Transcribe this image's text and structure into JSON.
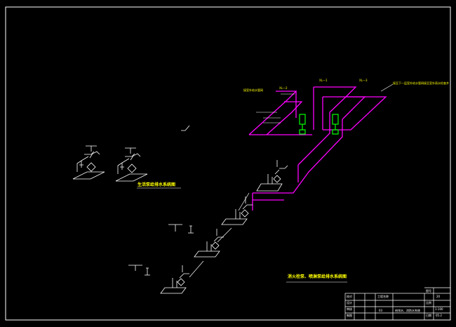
{
  "colors": {
    "background": "#000000",
    "frame": "#ffffff",
    "pipe": "#ff00ff",
    "fixture": "#ffffff",
    "pump": "#00ff00",
    "label": "#ffff00"
  },
  "labels": {
    "title_domestic": "生活泵给排水系统图",
    "title_fire": "消火栓泵、喷淋泵给排水系统图",
    "riser_2": "XL—2",
    "riser_1": "XL—1",
    "riser_3": "XL—3",
    "note_left": "接室外给水管网",
    "note_right": "接至下一层室外给水管网接至室外雨水检查井"
  },
  "title_block": {
    "rows_left": [
      "设计",
      "审核",
      "制图",
      "校对"
    ],
    "header": "工程名称",
    "drawing_name": "给排水、消防水系统",
    "page_no": "03",
    "right_labels": [
      "图号",
      "比例",
      "日期"
    ],
    "right_values": [
      "20",
      "1:100",
      "05.2"
    ]
  }
}
